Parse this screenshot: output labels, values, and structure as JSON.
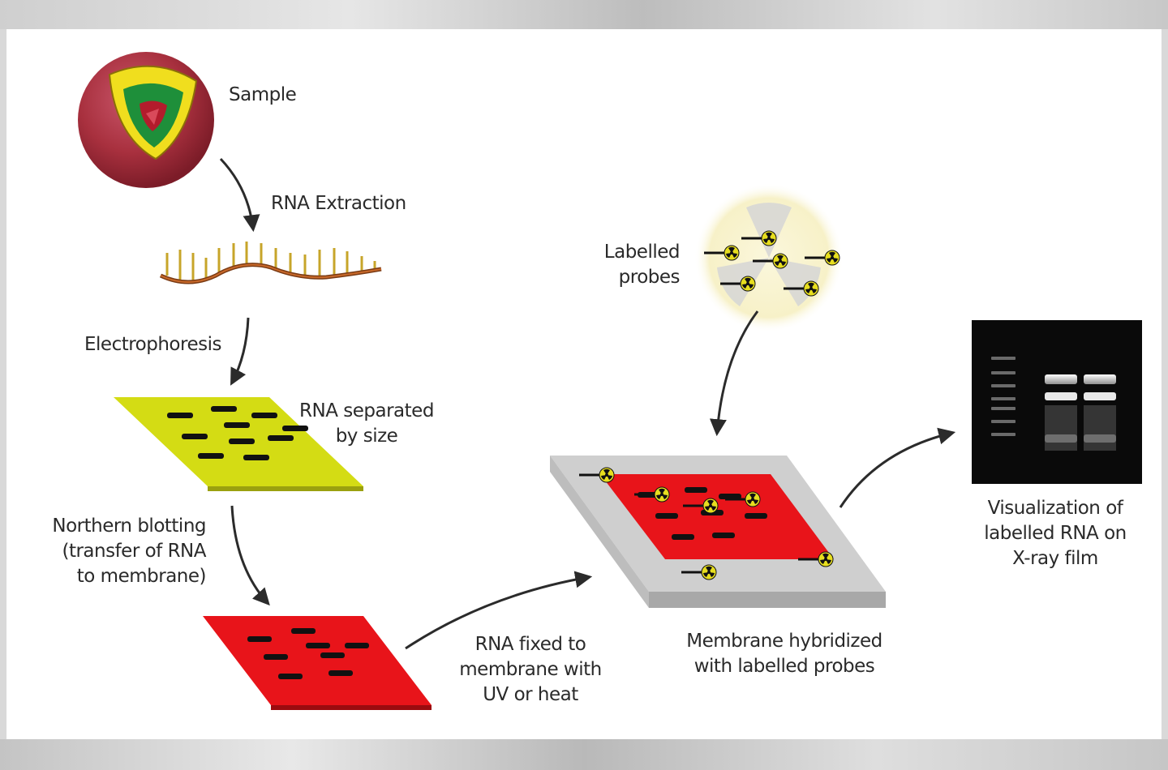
{
  "labels": {
    "sample": "Sample",
    "rna_extraction": "RNA Extraction",
    "electrophoresis": "Electrophoresis",
    "rna_separated": "RNA separated\nby size",
    "northern_blotting": "Northern blotting\n(transfer of RNA\nto membrane)",
    "rna_fixed": "RNA fixed to\nmembrane with\nUV or heat",
    "labelled_probes": "Labelled\nprobes",
    "membrane_hybridized": "Membrane hybridized\nwith labelled probes",
    "visualization": "Visualization of\nlabelled RNA on\nX-ray film"
  },
  "colors": {
    "gel": "#d9e21c",
    "membrane": "#e8141a",
    "tray": "#c9c9c9",
    "film": "#0a0a0a",
    "arrow": "#2b2b2b"
  }
}
